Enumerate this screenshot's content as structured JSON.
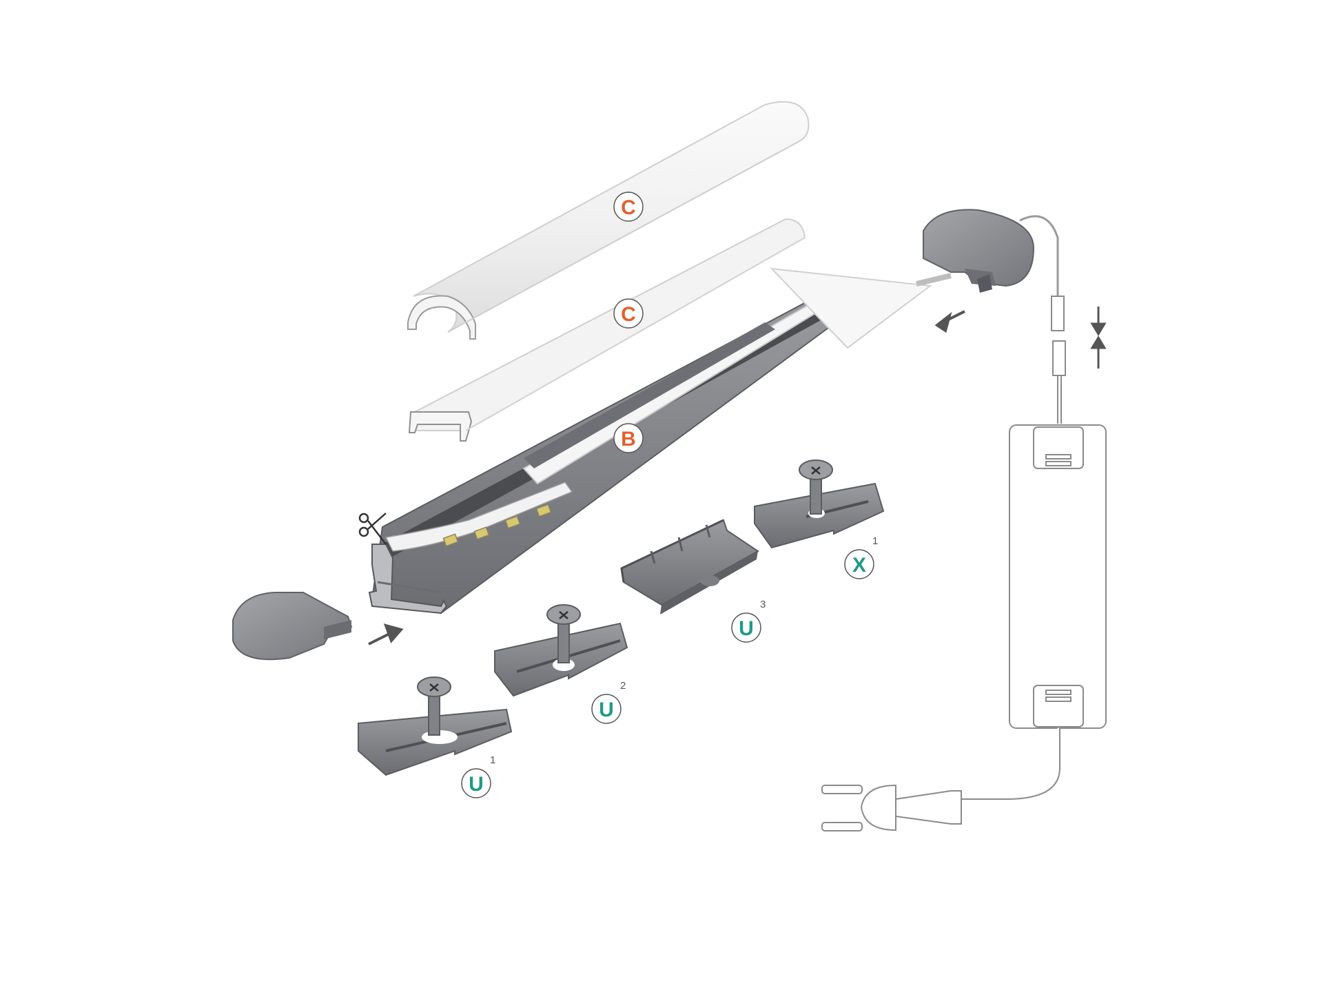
{
  "colors": {
    "cover_label": "#e2602e",
    "mount_label": "#1f9a85",
    "metal": "#8d8f93",
    "metal_dark": "#5f6166",
    "line_art": "#8a8a8a"
  },
  "labels": {
    "cover_round": {
      "letter": "C"
    },
    "cover_flat": {
      "letter": "C"
    },
    "base_insert": {
      "letter": "B"
    },
    "clip_x1": {
      "letter": "X",
      "sup": "1"
    },
    "clip_u3": {
      "letter": "U",
      "sup": "3"
    },
    "clip_u2": {
      "letter": "U",
      "sup": "2"
    },
    "clip_u1": {
      "letter": "U",
      "sup": "1"
    }
  },
  "icons": [
    "scissors-icon",
    "arrow-icon",
    "compress-arrows-icon",
    "screw-icon",
    "plug-icon"
  ]
}
